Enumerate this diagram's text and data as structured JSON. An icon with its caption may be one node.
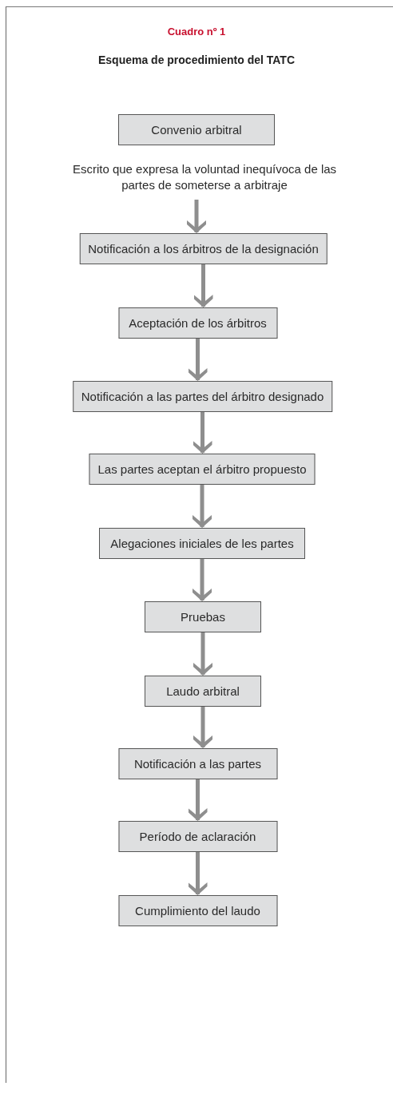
{
  "diagram": {
    "title": "Esquema de procedimiento del TATC",
    "nodes": [
      {
        "text": [
          "Convenio arbitral"
        ],
        "beside": [
          "Escrito que expresa la voluntad inequívoca de las partes de someterse a arbitraje"
        ]
      },
      {
        "text": [
          "Notificación a los árbitros de la designación"
        ]
      },
      {
        "text": [
          "Aceptación de los árbitros"
        ]
      },
      {
        "text": [
          "Notificación a las partes del árbitro designado"
        ]
      },
      {
        "text": [
          "Las partes aceptan el árbitro propuesto"
        ]
      },
      {
        "text": [
          "Alegaciones iniciales de les partes"
        ]
      },
      {
        "text": [
          "Pruebas"
        ]
      },
      {
        "text": [
          "Laudo arbitral"
        ]
      },
      {
        "text": [
          "Notificación a las partes"
        ]
      },
      {
        "text": [
          "Período de aclaración"
        ]
      },
      {
        "text": [
          "Cumplimiento del laudo"
        ]
      }
    ],
    "edges": [
      {
        "from": 0,
        "to": 1,
        "arrow": "to"
      },
      {
        "from": 1,
        "to": 2,
        "arrow": "to"
      },
      {
        "from": 2,
        "to": 3,
        "arrow": "to"
      },
      {
        "from": 3,
        "to": 4,
        "arrow": "to"
      },
      {
        "from": 4,
        "to": 5,
        "arrow": "to"
      },
      {
        "from": 5,
        "to": 6,
        "arrow": "to"
      },
      {
        "from": 6,
        "to": 7,
        "arrow": "to"
      },
      {
        "from": 7,
        "to": 8,
        "arrow": "to"
      },
      {
        "from": 8,
        "to": 9,
        "arrow": "to"
      },
      {
        "from": 9,
        "to": 10,
        "arrow": "to"
      }
    ],
    "labels": [
      "Cuadro nº 1"
    ]
  }
}
